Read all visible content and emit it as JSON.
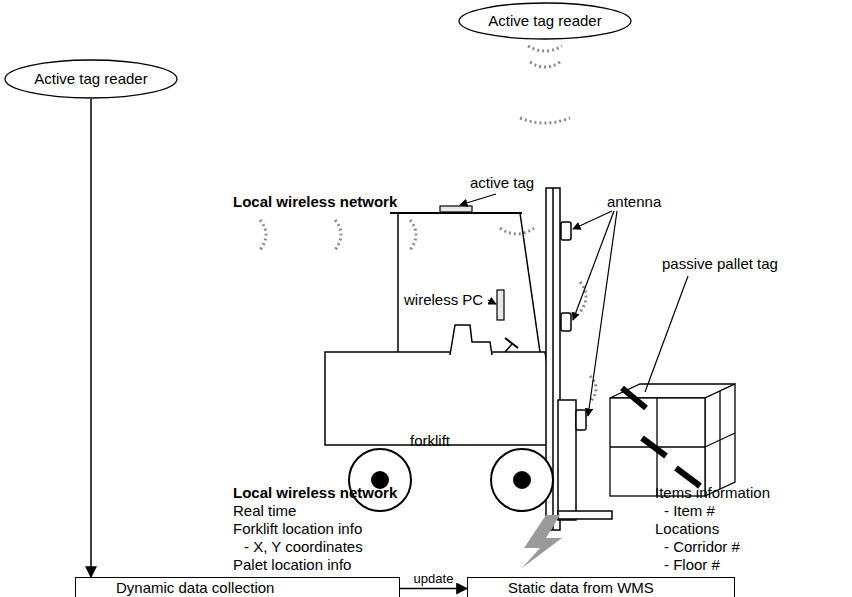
{
  "diagram": {
    "nodes": [
      {
        "text": [
          "Active tag reader"
        ]
      },
      {
        "text": [
          "Active tag reader"
        ]
      },
      {
        "text": [
          "Dynamic data collection"
        ]
      },
      {
        "text": [
          "Static data from WMS"
        ]
      }
    ],
    "edges": [
      {
        "from": 1,
        "to": 2,
        "arrow": "to"
      },
      {
        "from": 2,
        "to": 3,
        "label": "update",
        "arrow": "to"
      }
    ],
    "labels": [
      "active tag",
      "Local wireless network",
      "antenna",
      "passive pallet tag",
      "wireless PC",
      "forklift",
      "Local wireless network",
      "Real time",
      "Forklift location info",
      "- X, Y coordinates",
      "Palet location info",
      "Items information",
      "- Item #",
      "Locations",
      "- Corridor #",
      "- Floor #"
    ]
  }
}
